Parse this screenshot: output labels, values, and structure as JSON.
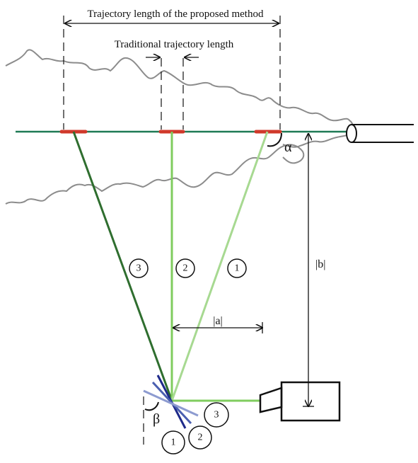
{
  "labels": {
    "proposed_length": "Trajectory length of the proposed method",
    "traditional_length": "Traditional trajectory length",
    "alpha": "α",
    "beta": "β",
    "a": "|a|",
    "b": "|b|"
  },
  "beam_numbers": {
    "beam1": "1",
    "beam2": "2",
    "beam3": "3"
  },
  "mirror_numbers": {
    "m1": "1",
    "m2": "2",
    "m3": "3"
  },
  "colors": {
    "line": "#1e7a55",
    "red_mark": "#d0392b",
    "beam1": "#a7d991",
    "beam2": "#7fcc5e",
    "beam3": "#2f6e2f",
    "mirror_dark": "#1e2a8a",
    "mirror_mid": "#4a5fb0",
    "mirror_light": "#8d9bd0",
    "cloud": "#8c8c8c"
  }
}
